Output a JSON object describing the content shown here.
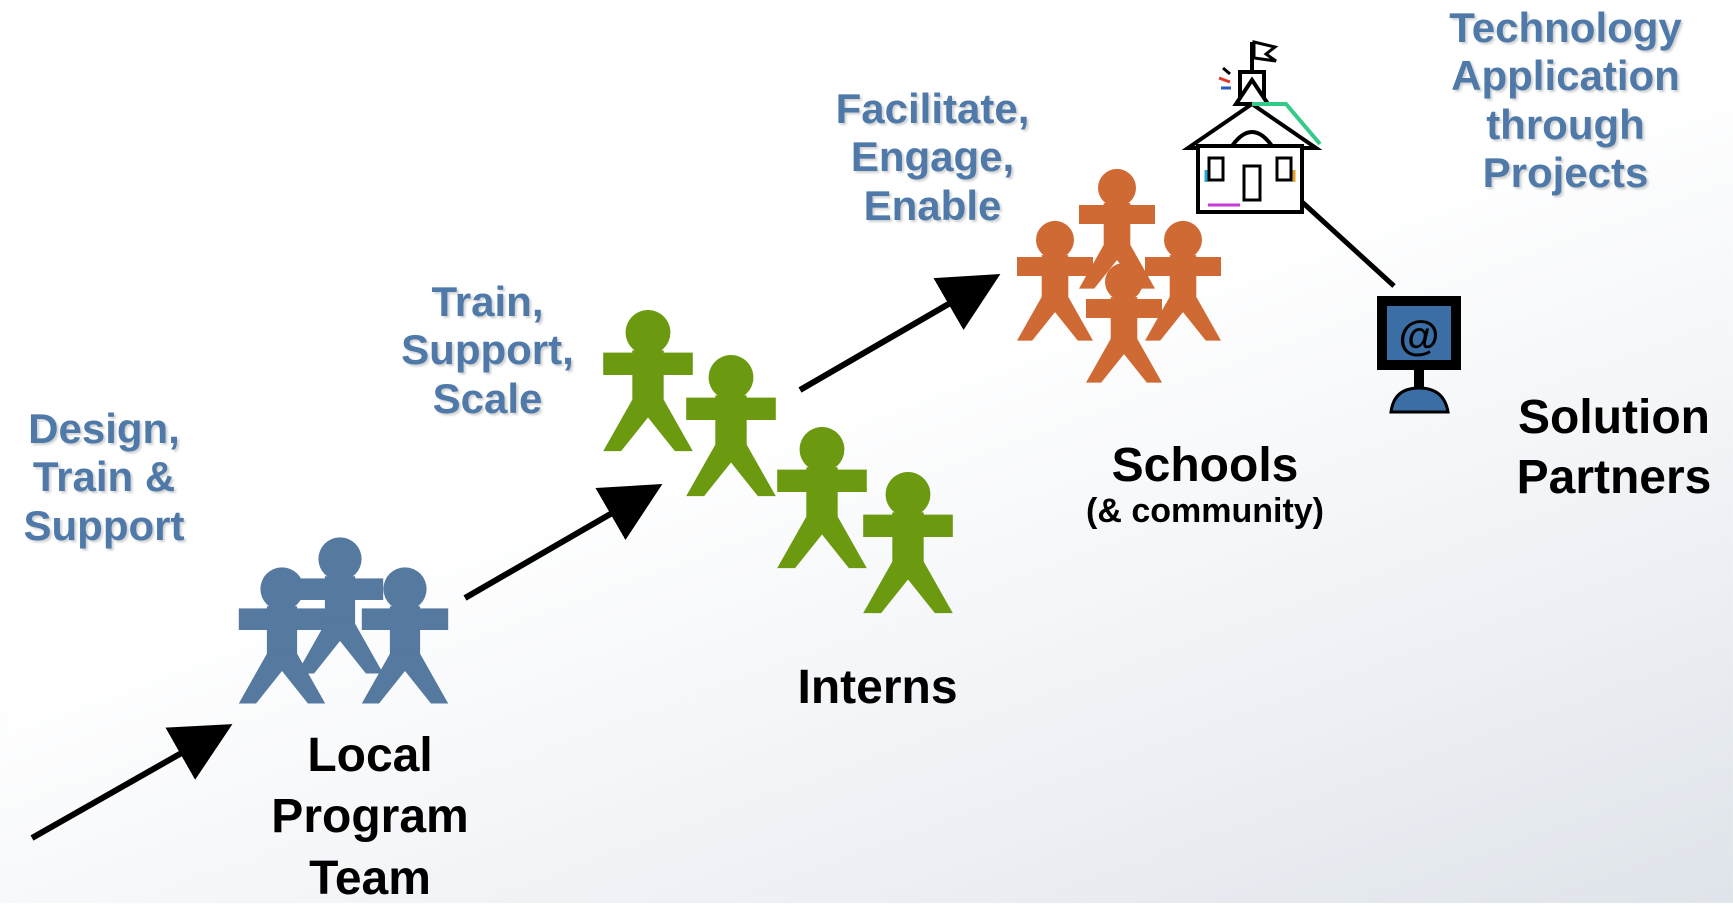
{
  "colors": {
    "team": "#56799f",
    "interns": "#6b9a10",
    "schools": "#d06a35",
    "label_blue": "#4f79a8",
    "arrow": "#000000",
    "monitor_screen": "#3a6ea5"
  },
  "stages": {
    "team": {
      "verbs": [
        "Design,",
        "Train &",
        "Support"
      ],
      "name": [
        "Local",
        "Program",
        "Team"
      ]
    },
    "interns": {
      "verbs": [
        "Train,",
        "Support,",
        "Scale"
      ],
      "name": [
        "Interns"
      ]
    },
    "schools": {
      "verbs": [
        "Facilitate,",
        "Engage,",
        "Enable"
      ],
      "name": "Schools",
      "sub": "(& community)"
    },
    "partners": {
      "verbs": [
        "Technology",
        "Application",
        "through",
        "Projects"
      ],
      "name": [
        "Solution",
        "Partners"
      ]
    }
  },
  "icons": {
    "schoolhouse": "schoolhouse-icon",
    "computer": "computer-monitor-icon",
    "monitor_glyph": "@"
  }
}
